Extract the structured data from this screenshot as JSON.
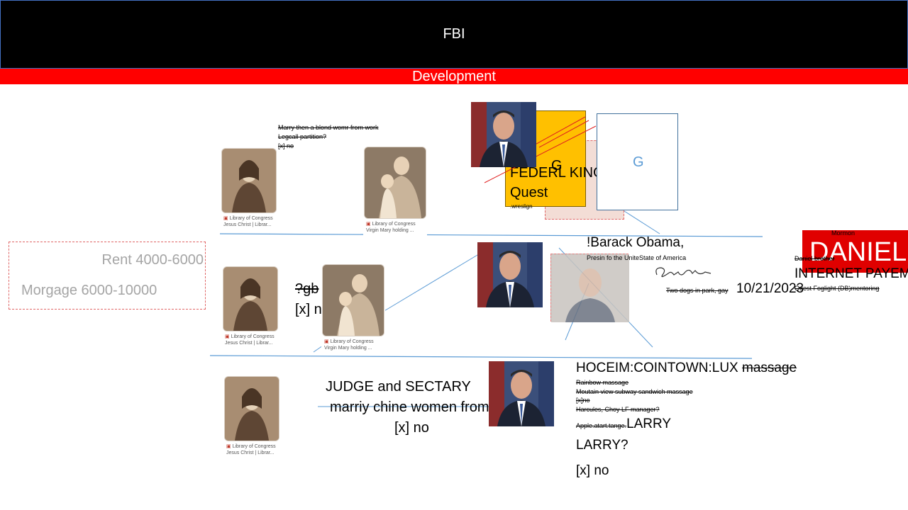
{
  "header": {
    "title": "FBI"
  },
  "subbar": {
    "title": "Development"
  },
  "notes_top": [
    "Marry then a blond womr from work",
    "Legcall partition?",
    "[x] no"
  ],
  "library": {
    "source": "Library of Congress",
    "jesus": "Jesus Christ | Librar...",
    "mary": "Virgin Mary holding ..."
  },
  "costs": {
    "rent": "Rent 4000-6000",
    "mortgage": "Morgage 6000-10000"
  },
  "row2_mid": {
    "gb": "?gb",
    "check": "[x] n"
  },
  "federl": {
    "g_small": "G",
    "line1": "FEDERL KING",
    "line2": "Quest",
    "note": ".wreslign"
  },
  "g_box": {
    "label": "G"
  },
  "obama": {
    "name": "!Barack Obama,",
    "title": "Presin fo the UniteState of America",
    "dogs": "Two dogs in park, gay",
    "date": "10/21/2023"
  },
  "daniel": {
    "mormon": "Mormon",
    "name": "DANIEL",
    "small": "Daniel brother",
    "payment": "INTERNET PAYEM",
    "foglight": "Quest Foglight (DB)mentoring"
  },
  "judge": {
    "title": "JUDGE and SECTARY",
    "question": "marriy chine women from relation?",
    "answer": "[x] no"
  },
  "hoceim": {
    "title": "HOCEIM:COINTOWN:LUX",
    "massage": "massage",
    "items": [
      "Rainbow massage",
      "Moutain view subway sandwich massage",
      "[x]no",
      "Harcules, Choy LF manager?"
    ],
    "apple": "Apple.atart.tange.",
    "larry1": "LARRY",
    "larry2": "LARRY?",
    "answer": "[x] no"
  },
  "colors": {
    "header": "#000000",
    "bar": "#ff0000",
    "accent": "#5b9bd5",
    "daniel_bg": "#e00000",
    "federl_bg": "#ffc000"
  }
}
